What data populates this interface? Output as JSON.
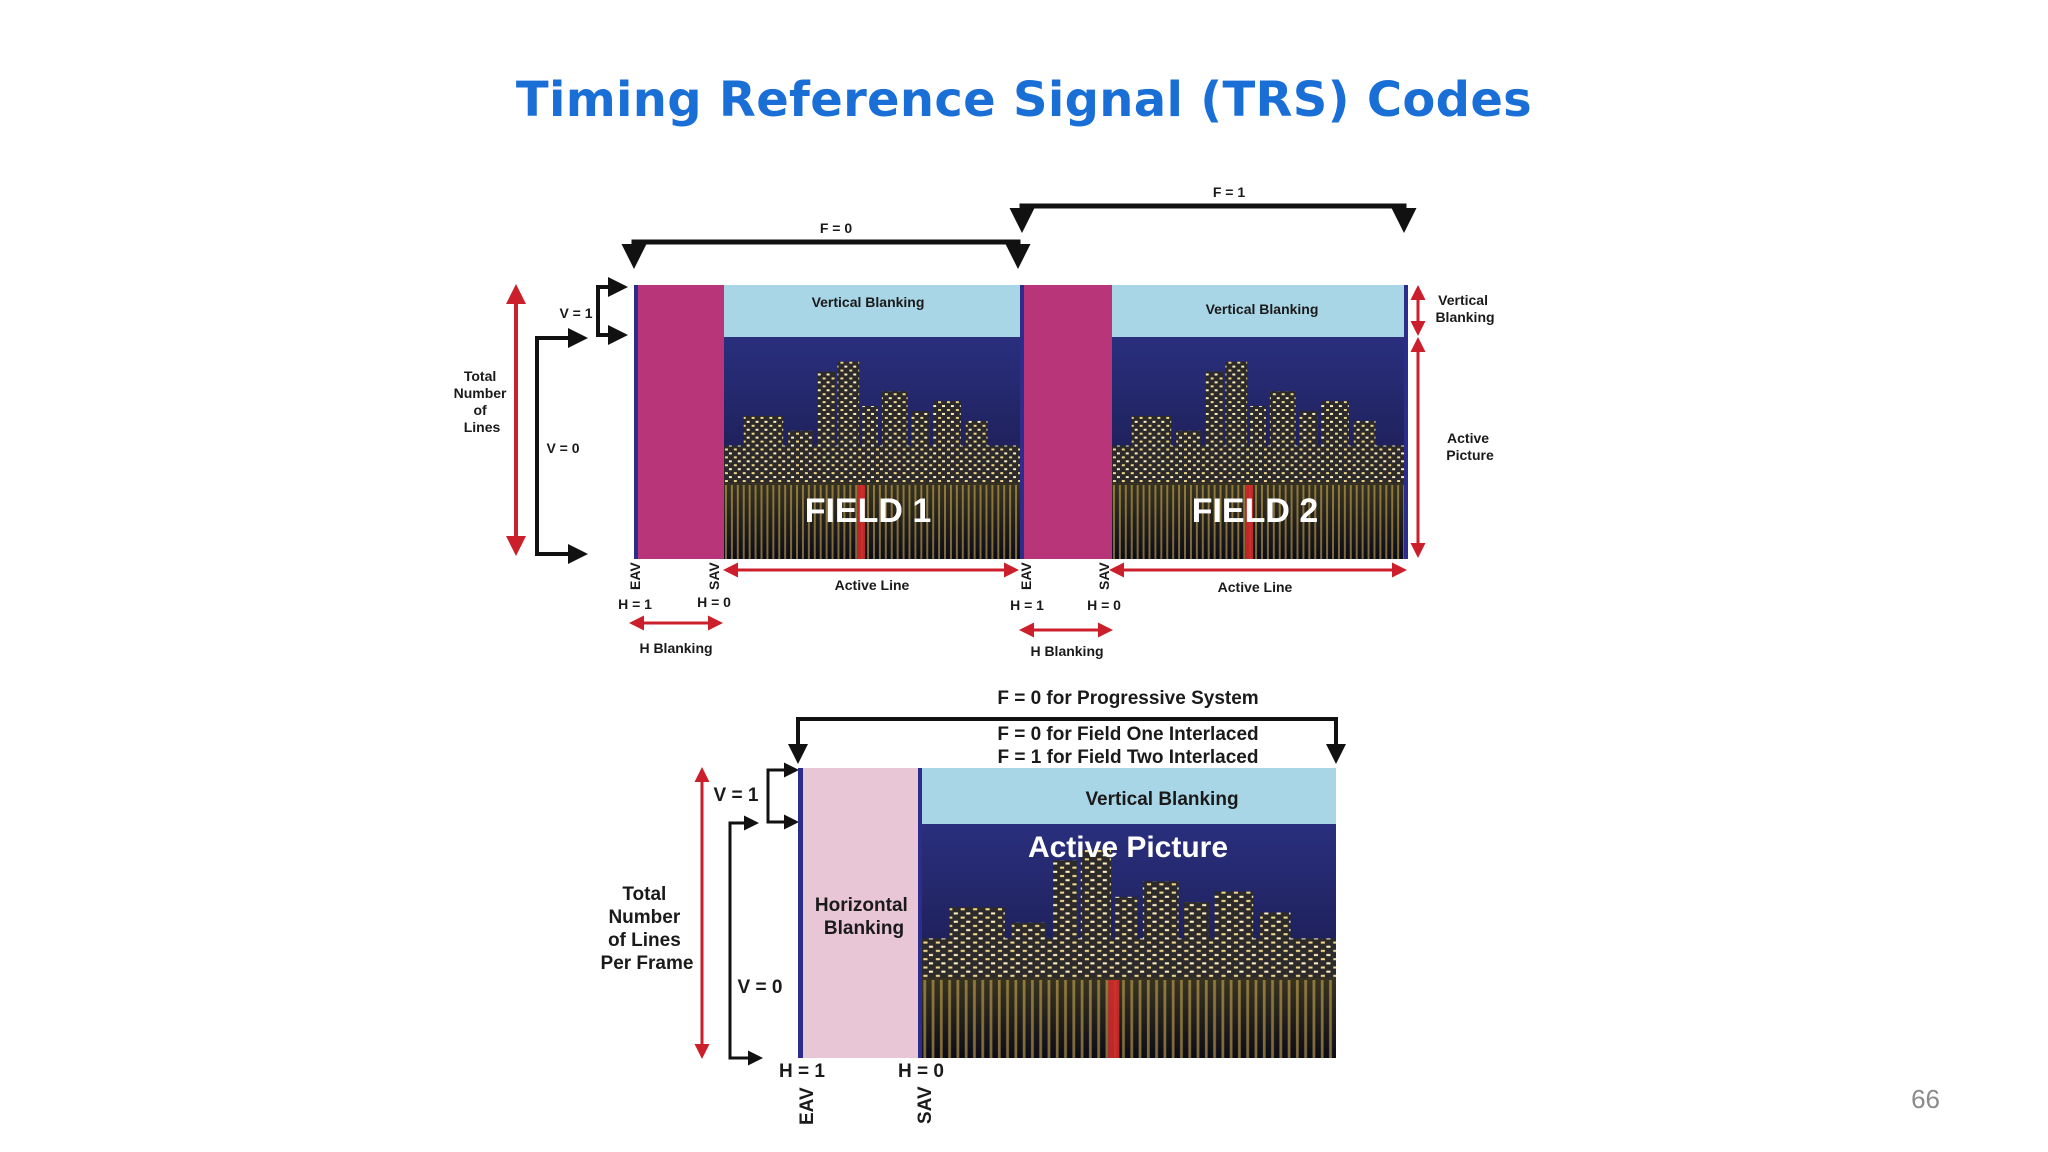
{
  "title": "Timing Reference Signal (TRS) Codes",
  "page_number": "66",
  "colors": {
    "title": "#1a6fd6",
    "red_arrow": "#cc1f2c",
    "h_blanking_top": "#b8357a",
    "h_blanking_bottom": "#e8c6d6",
    "vertical_blanking": "#a8d6e6",
    "edge_blue": "#2c2c8c"
  },
  "interlaced": {
    "f0": "F = 0",
    "f1": "F = 1",
    "v1": "V = 1",
    "v0": "V = 0",
    "total_lines": [
      "Total",
      "Number",
      "of",
      "Lines"
    ],
    "vblank_1": "Vertical Blanking",
    "vblank_2": "Vertical Blanking",
    "field1": "FIELD  1",
    "field2": "FIELD  2",
    "vblank_right": [
      "Vertical",
      "Blanking"
    ],
    "active_picture_right": [
      "Active",
      "Picture"
    ],
    "eav1": "EAV",
    "sav1": "SAV",
    "eav2": "EAV",
    "sav2": "SAV",
    "h1_a": "H = 1",
    "h0_a": "H = 0",
    "h1_b": "H = 1",
    "h0_b": "H = 0",
    "active_line_1": "Active  Line",
    "active_line_2": "Active  Line",
    "hblank_1": "H Blanking",
    "hblank_2": "H Blanking"
  },
  "progressive": {
    "f_progressive": "F = 0 for Progressive System",
    "f_field_one": "F = 0 for Field One Interlaced",
    "f_field_two": "F = 1 for Field Two Interlaced",
    "v1": "V = 1",
    "v0": "V = 0",
    "total_lines": [
      "Total",
      "Number",
      "of Lines",
      "Per Frame"
    ],
    "hblank": [
      "Horizontal",
      "Blanking"
    ],
    "vblank": "Vertical Blanking",
    "active_picture": "Active Picture",
    "h1": "H = 1",
    "h0": "H = 0",
    "eav": "EAV",
    "sav": "SAV"
  }
}
